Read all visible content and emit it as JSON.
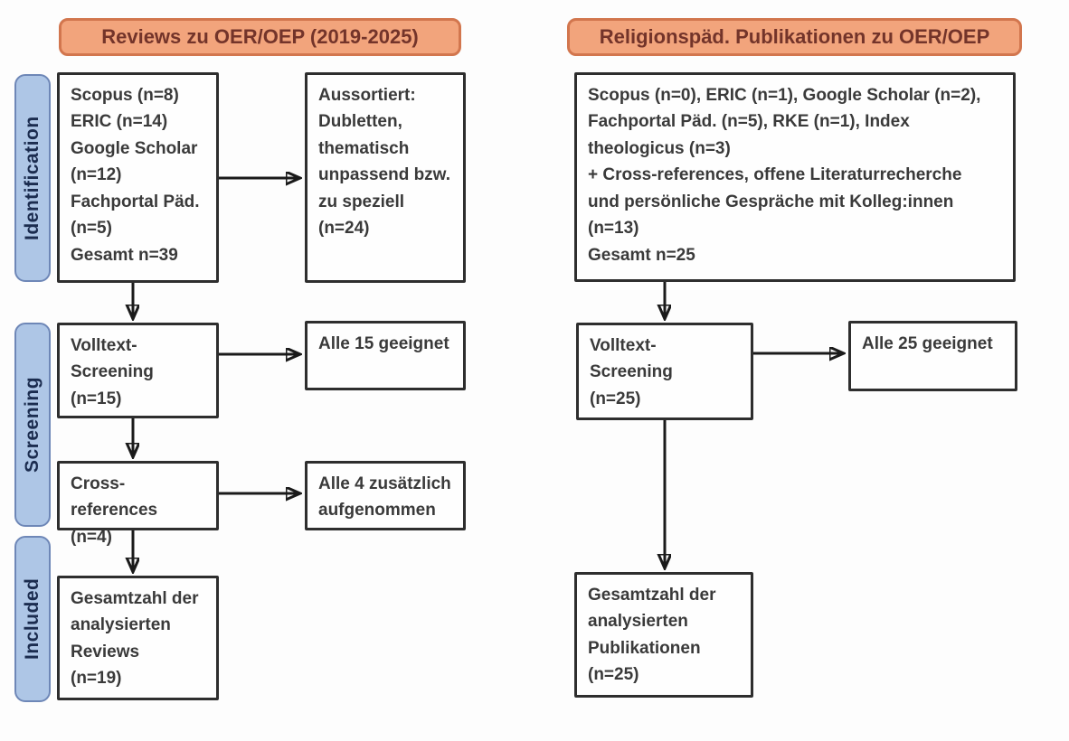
{
  "headers": {
    "left": "Reviews zu OER/OEP (2019-2025)",
    "right": "Religionspäd. Publikationen zu OER/OEP"
  },
  "stages": {
    "identification": "Identification",
    "screening": "Screening",
    "included": "Included"
  },
  "left_flow": {
    "sources": "Scopus (n=8)\nERIC (n=14)\nGoogle Scholar\n(n=12)\nFachportal Päd.\n(n=5)\nGesamt n=39",
    "excluded": "Aussortiert:\nDubletten,\nthematisch\nunpassend bzw.\nzu speziell\n(n=24)",
    "fulltext": "Volltext-\nScreening\n(n=15)",
    "fulltext_result": "Alle 15 geeignet",
    "crossref": "Cross-references\n(n=4)",
    "crossref_result": "Alle 4 zusätzlich\naufgenommen",
    "included": "Gesamtzahl der\nanalysierten\nReviews\n(n=19)"
  },
  "right_flow": {
    "sources": "Scopus (n=0), ERIC (n=1), Google Scholar (n=2),\nFachportal Päd. (n=5), RKE (n=1), Index\ntheologicus (n=3)\n+ Cross-references, offene Literaturrecherche\nund persönliche Gespräche mit Kolleg:innen\n(n=13)\nGesamt n=25",
    "fulltext": "Volltext-\nScreening\n(n=25)",
    "fulltext_result": "Alle 25 geeignet",
    "included": "Gesamtzahl der\nanalysierten\nPublikationen\n(n=25)"
  },
  "colors": {
    "header_fill": "#f2a47c",
    "header_border": "#d2764e",
    "header_text": "#73342a",
    "stage_fill": "#aec6e6",
    "stage_border": "#6e87b7",
    "stage_text": "#1b2c4f",
    "box_border": "#2e2e2e",
    "box_text": "#3a3a3a",
    "arrow": "#1a1a1a"
  }
}
